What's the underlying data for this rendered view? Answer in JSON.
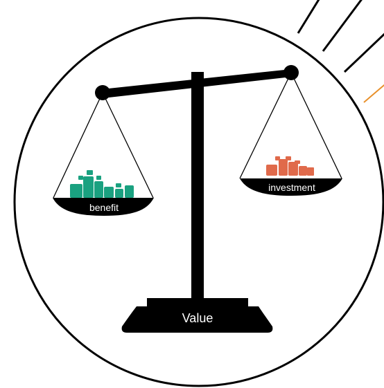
{
  "labels": {
    "benefit": "benefit",
    "investment": "investment",
    "value": "Value"
  },
  "colors": {
    "benefit": "#1aa180",
    "investment": "#e06a4b",
    "accent_line": "#e8902a",
    "ink": "#000000",
    "background": "#ffffff"
  },
  "icons": [
    "balance-scale-icon"
  ]
}
